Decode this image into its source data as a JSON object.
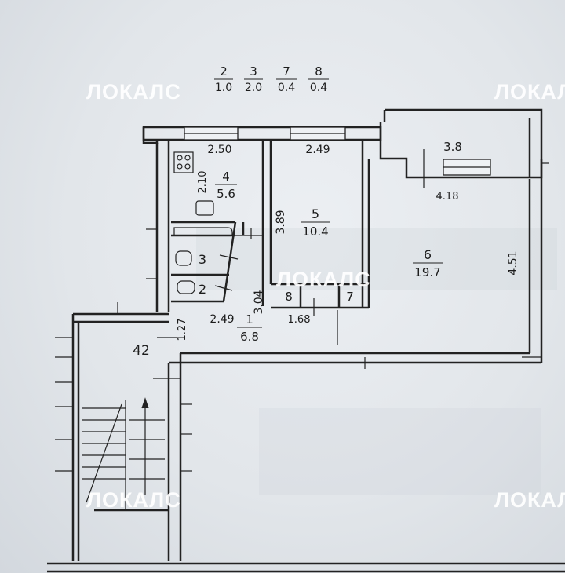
{
  "watermark": "ЛОКАЛС",
  "legend_fractions": [
    {
      "num": "2",
      "den": "1.0"
    },
    {
      "num": "3",
      "den": "2.0"
    },
    {
      "num": "7",
      "den": "0.4"
    },
    {
      "num": "8",
      "den": "0.4"
    }
  ],
  "rooms": {
    "r4": {
      "num": "4",
      "area": "5.6"
    },
    "r5": {
      "num": "5",
      "area": "10.4"
    },
    "r6": {
      "num": "6",
      "area": "19.7"
    },
    "r1": {
      "num": "1",
      "area": "6.8"
    },
    "r3": {
      "num": "3"
    },
    "r2": {
      "num": "2"
    },
    "r8": {
      "num": "8"
    },
    "r7": {
      "num": "7"
    },
    "stair": {
      "num": "42"
    }
  },
  "dimensions": {
    "d250": "2.50",
    "d249top": "2.49",
    "d38": "3.8",
    "d210": "2.10",
    "d418": "4.18",
    "d389": "3.89",
    "d451": "4.51",
    "d304": "3.04",
    "d249low": "2.49",
    "d168": "1.68",
    "d127": "1.27"
  }
}
